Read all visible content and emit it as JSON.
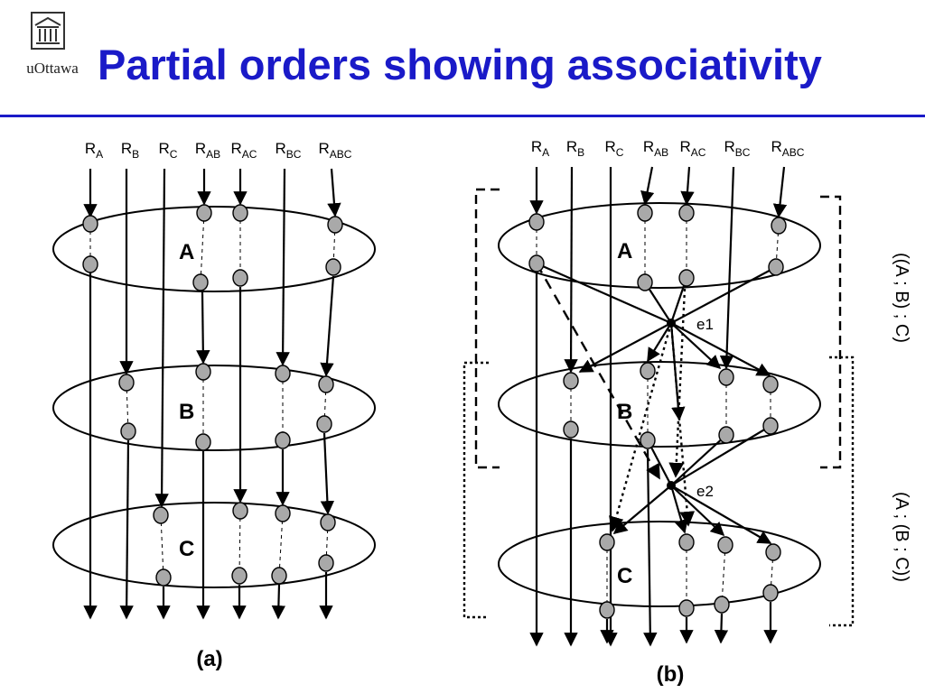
{
  "header": {
    "logo_text": "uOttawa",
    "title": "Partial orders showing associativity"
  },
  "diagram": {
    "replicas": [
      {
        "base": "R",
        "sub": "A"
      },
      {
        "base": "R",
        "sub": "B"
      },
      {
        "base": "R",
        "sub": "C"
      },
      {
        "base": "R",
        "sub": "AB"
      },
      {
        "base": "R",
        "sub": "AC"
      },
      {
        "base": "R",
        "sub": "BC"
      },
      {
        "base": "R",
        "sub": "ABC"
      }
    ],
    "groups": [
      "A",
      "B",
      "C"
    ],
    "panel_a": {
      "caption": "(a)"
    },
    "panel_b": {
      "caption": "(b)",
      "events": [
        "e1",
        "e2"
      ],
      "bracket_top": "((A ; B) ; C)",
      "bracket_bottom": "(A ; (B ; C))"
    },
    "colors": {
      "node_fill": "#a9a9a9",
      "line": "#000000"
    }
  }
}
